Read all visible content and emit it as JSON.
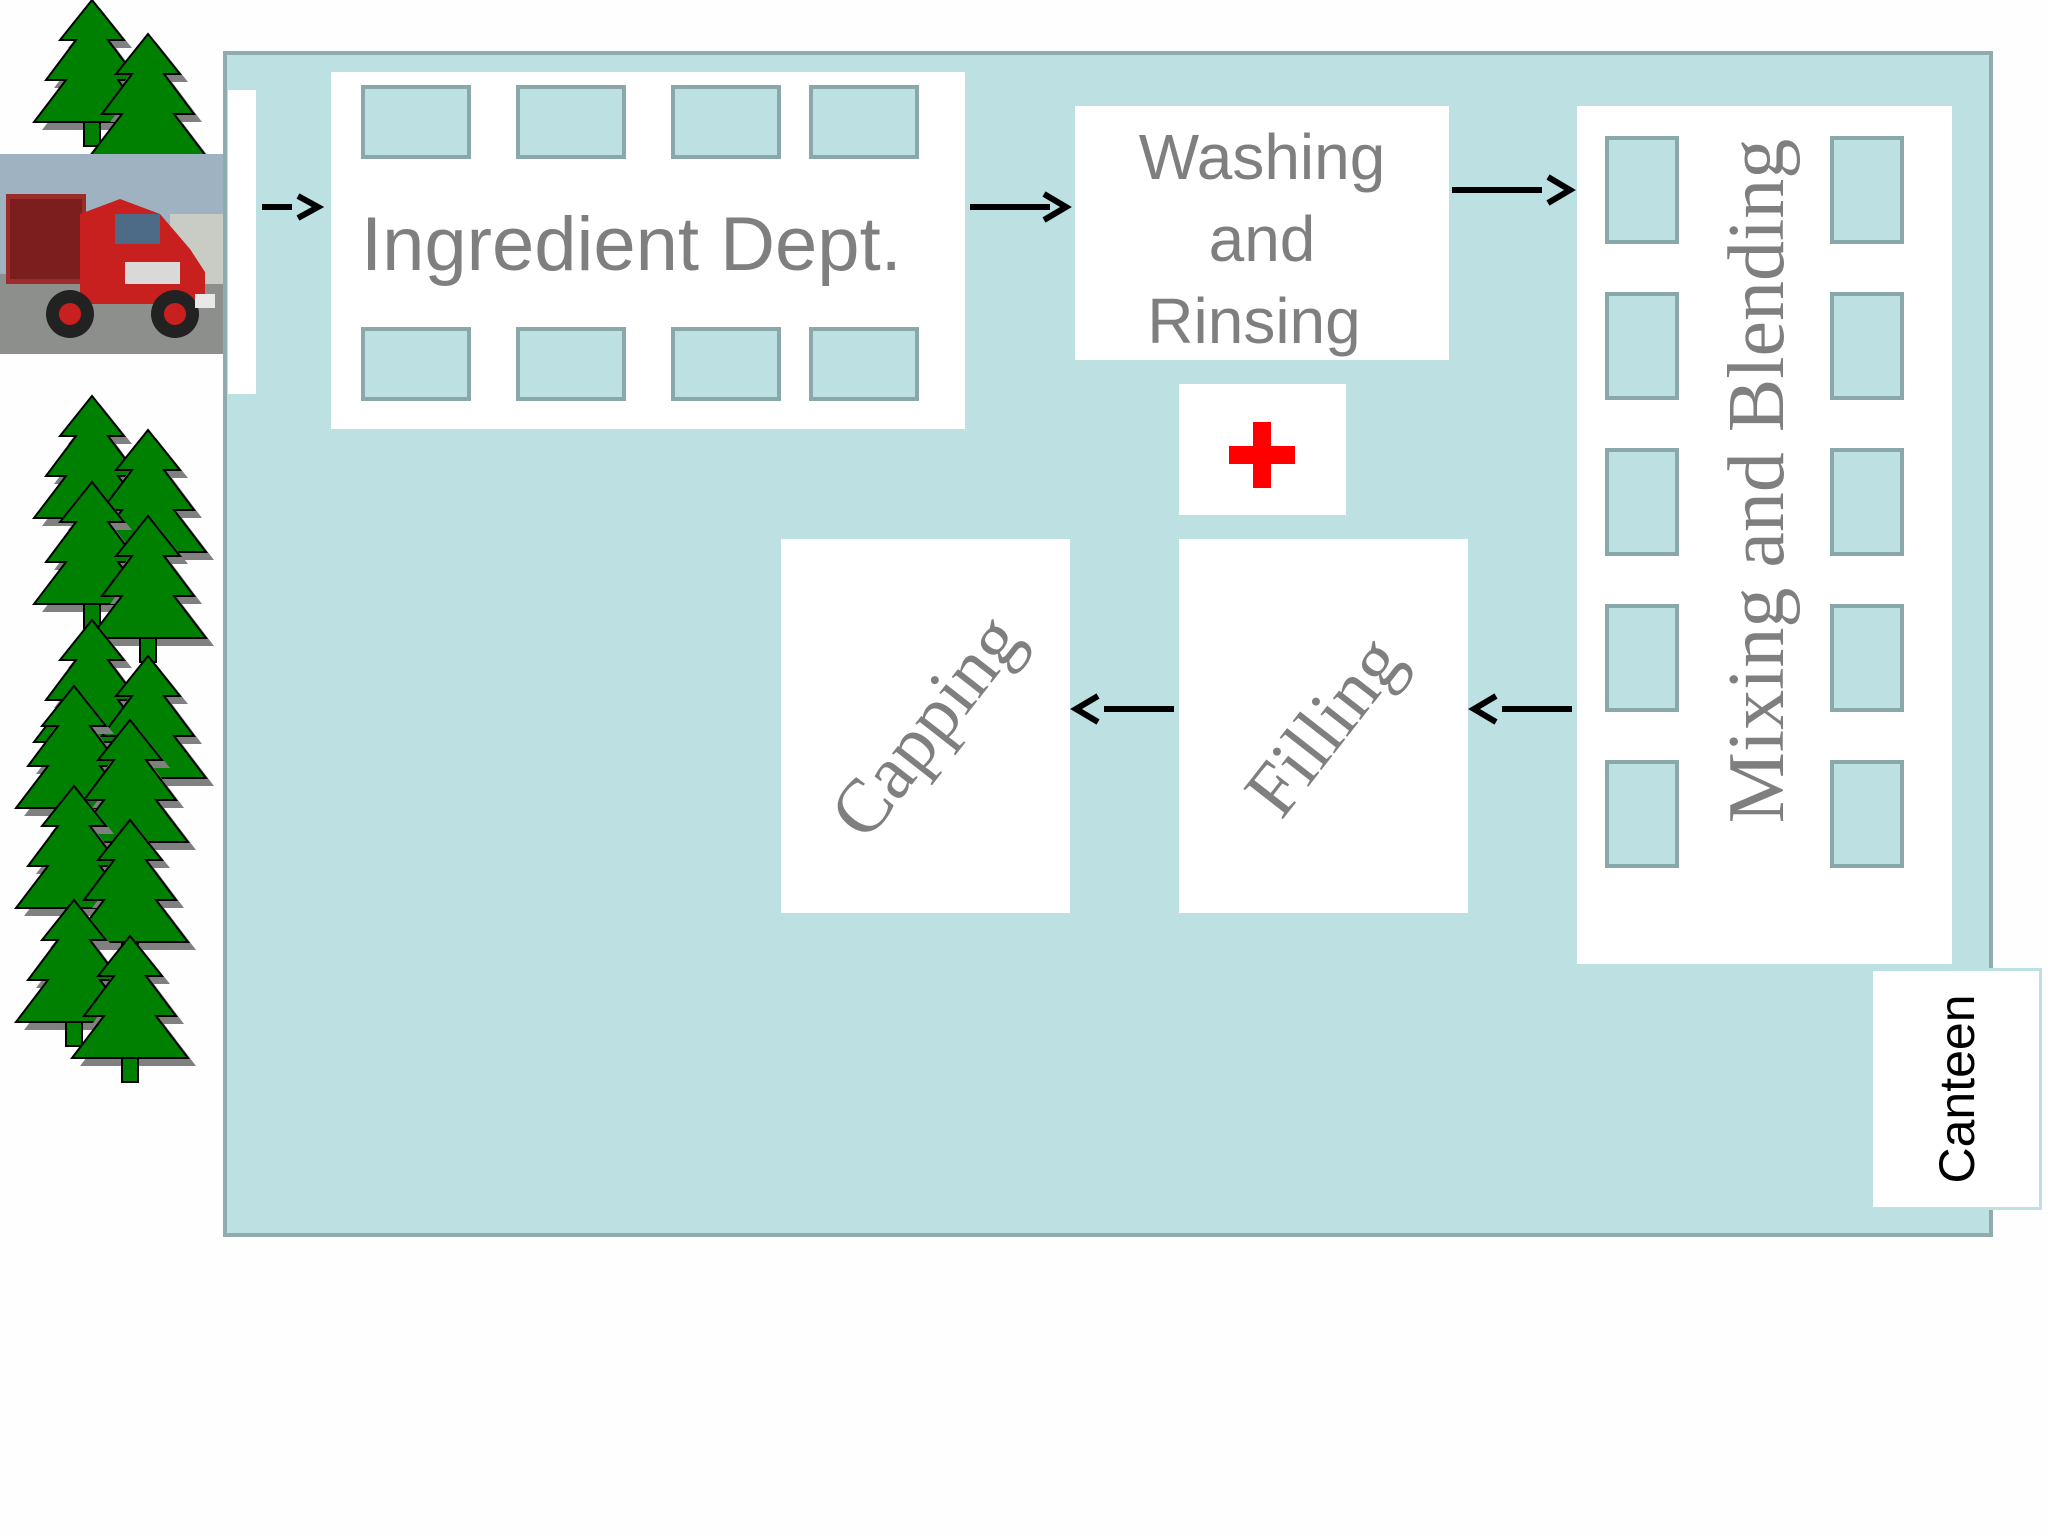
{
  "departments": {
    "ingredient": "Ingredient Dept.",
    "washing": {
      "line1": "Washing",
      "line2": "and",
      "line3": "Rinsing"
    },
    "mixing": "Mixing and Blending",
    "filling": "Filling",
    "capping": "Capping",
    "canteen": "Canteen"
  },
  "icons": {
    "first_aid": "red-cross-icon",
    "delivery_truck": "red-truck-icon",
    "trees": "pine-tree-icon"
  },
  "colors": {
    "plant_floor": "#bde0e3",
    "border": "#90abad",
    "tree": "#008000",
    "cross": "#ff0000",
    "label_gray": "#7f7f7f"
  }
}
